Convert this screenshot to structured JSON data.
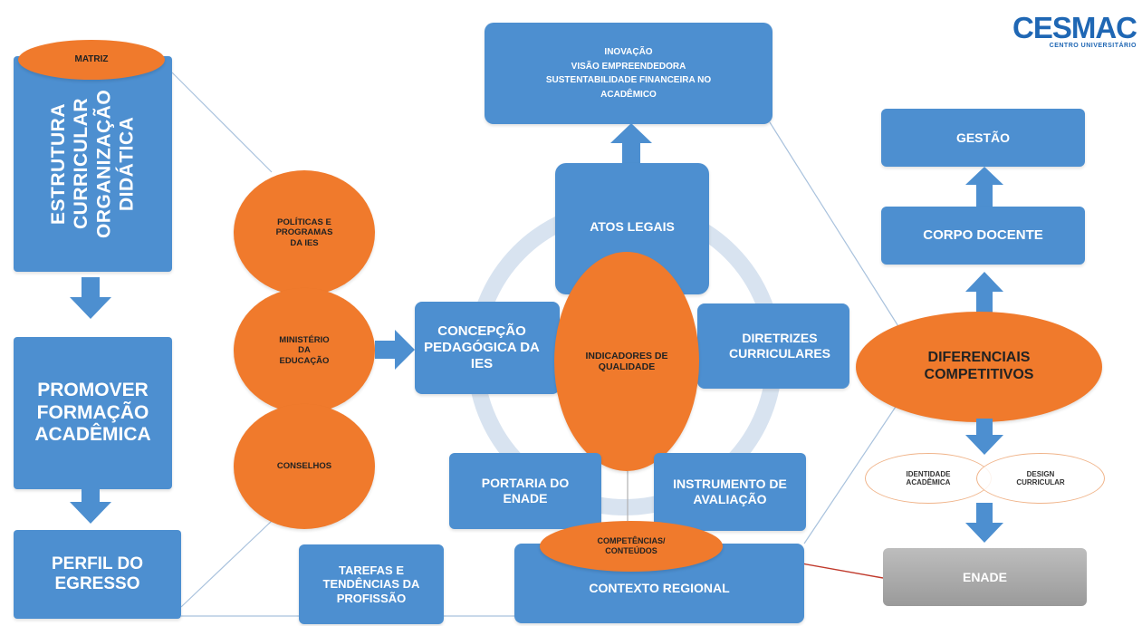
{
  "logo": {
    "main": "CESMAC",
    "subtitle": "CENTRO UNIVERSITÁRIO"
  },
  "left_column": {
    "matriz": "MATRIZ",
    "estrutura": "ESTRUTURA CURRICULAR ORGANIZAÇÃO DIDÁTICA",
    "promover": "PROMOVER FORMAÇÃO ACADÊMICA",
    "perfil": "PERFIL DO EGRESSO"
  },
  "circles": {
    "politicas": "POLÍTICAS E PROGRAMAS DA IES",
    "ministerio": "MINISTÉRIO DA EDUCAÇÃO",
    "conselhos": "CONSELHOS"
  },
  "center": {
    "inovacao": [
      "INOVAÇÃO",
      "VISÃO EMPREENDEDORA",
      "SUSTENTABILIDADE FINANCEIRA NO ACADÊMICO"
    ],
    "atos_legais": "ATOS LEGAIS",
    "concepcao": "CONCEPÇÃO PEDAGÓGICA DA IES",
    "indicadores": "INDICADORES DE QUALIDADE",
    "diretrizes": "DIRETRIZES CURRICULARES",
    "portaria": "PORTARIA DO ENADE",
    "instrumento": "INSTRUMENTO DE AVALIAÇÃO",
    "competencias": "COMPETÊNCIAS/ CONTEÚDOS",
    "contexto": "CONTEXTO REGIONAL",
    "tarefas": "TAREFAS E TENDÊNCIAS DA PROFISSÃO"
  },
  "right_column": {
    "gestao": "GESTÃO",
    "corpo_docente": "CORPO DOCENTE",
    "diferenciais": "DIFERENCIAIS COMPETITIVOS",
    "identidade": "IDENTIDADE ACADÊMICA",
    "design": "DESIGN CURRICULAR",
    "enade": "ENADE"
  },
  "colors": {
    "box_blue": "#4d8fd0",
    "arrow_blue": "#4d8fd0",
    "circle_orange": "#f07a2c",
    "cycle_ring": "#d8e3f0",
    "enade_gray": "#a6a6a6",
    "connector_line": "#a9c2dd",
    "connector_red": "#c0392b"
  }
}
